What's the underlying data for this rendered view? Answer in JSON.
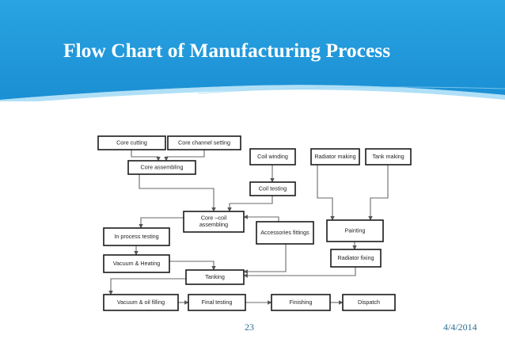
{
  "slide": {
    "title": "Flow Chart of Manufacturing Process",
    "page_number": "23",
    "date": "4/4/2014"
  },
  "theme": {
    "banner_color": "#1f96d9",
    "banner_color_light": "#5cc0f0",
    "footer_text_color": "#2e6f93"
  },
  "flowchart": {
    "nodes": [
      {
        "id": "core_cutting",
        "lines": [
          "Core cutting"
        ]
      },
      {
        "id": "core_channel",
        "lines": [
          "Core channel setting"
        ]
      },
      {
        "id": "core_assembling",
        "lines": [
          "Core assembling"
        ]
      },
      {
        "id": "coil_winding",
        "lines": [
          "Coil winding"
        ]
      },
      {
        "id": "coil_testing",
        "lines": [
          "Coil testing"
        ]
      },
      {
        "id": "radiator_making",
        "lines": [
          "Radiator making"
        ]
      },
      {
        "id": "tank_making",
        "lines": [
          "Tank making"
        ]
      },
      {
        "id": "core_coil",
        "lines": [
          "Core –coil",
          "assembling"
        ]
      },
      {
        "id": "inprocess_testing",
        "lines": [
          "In process testing"
        ]
      },
      {
        "id": "accessories",
        "lines": [
          "Accessories fittings"
        ]
      },
      {
        "id": "painting",
        "lines": [
          "Painting"
        ]
      },
      {
        "id": "vacuum_heating",
        "lines": [
          "Vacuum & Heating"
        ]
      },
      {
        "id": "radiator_fixing",
        "lines": [
          "Radiator fixing"
        ]
      },
      {
        "id": "tanking",
        "lines": [
          "Tanking"
        ]
      },
      {
        "id": "vacuum_oil",
        "lines": [
          "Vacuum & oil filling"
        ]
      },
      {
        "id": "final_testing",
        "lines": [
          "Final testing"
        ]
      },
      {
        "id": "finishing",
        "lines": [
          "Finishing"
        ]
      },
      {
        "id": "dispatch",
        "lines": [
          "Dispatch"
        ]
      }
    ]
  }
}
